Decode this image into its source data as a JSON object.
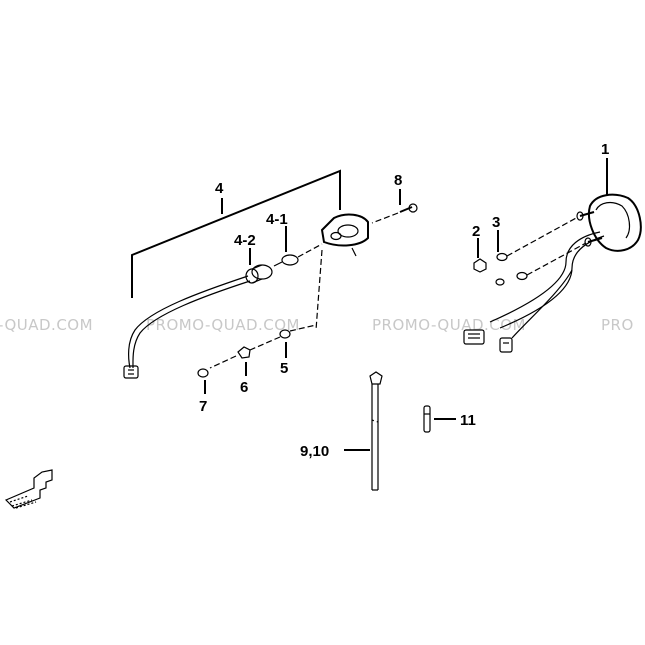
{
  "watermark": {
    "left": "-QUAD.COM",
    "center_left": "PROMO-QUAD.COM",
    "center_right": "PROMO-QUAD.COM",
    "right": "PRO"
  },
  "callouts": {
    "part_1": "1",
    "part_2": "2",
    "part_3": "3",
    "part_4": "4",
    "part_4_1": "4-1",
    "part_4_2": "4-2",
    "part_5": "5",
    "part_6": "6",
    "part_7": "7",
    "part_8": "8",
    "part_9_10": "9,10",
    "part_11": "11"
  }
}
